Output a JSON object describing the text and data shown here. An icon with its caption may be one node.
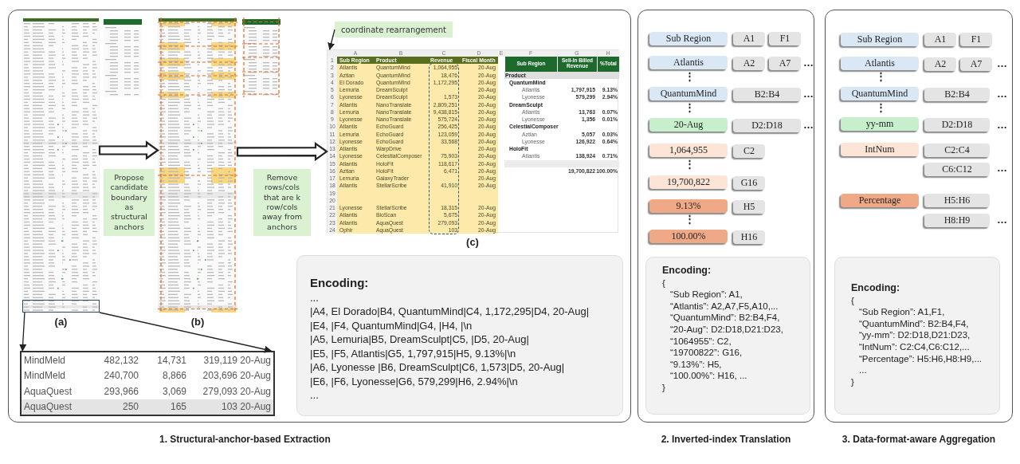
{
  "diagram": {
    "nodes": [
      {
        "text": [
          "1. Structural-anchor-based Extraction"
        ]
      },
      {
        "text": [],
        "shape": "picture",
        "in": 0,
        "beside": [
          "(a)"
        ]
      },
      {
        "text": [],
        "shape": "box",
        "in": 1
      },
      {
        "text": [],
        "shape": "picture",
        "in": 0,
        "beside": [
          "(b)"
        ]
      },
      {
        "text": [
          "Propose candidate boundary as structural anchors"
        ],
        "in": 0
      },
      {
        "text": [
          "Remove rows/cols that are k row/cols away from anchors"
        ],
        "in": 0
      },
      {
        "text": [
          "coordinate rearrangement"
        ],
        "in": 0
      },
      {
        "text": [
          "A",
          "B",
          "C",
          "D",
          "E",
          "F",
          "G",
          "H",
          "1",
          "Sub Region",
          "Product",
          "Revenue",
          "Fiscal Month",
          "Sub Region",
          "Sell-In Billed Revenue",
          "%Total",
          "2",
          "Atlantis",
          "QuantumMind",
          "1,064,955",
          "20-Aug",
          "3",
          "Aztlan",
          "QuantumMind",
          "18,476",
          "20-Aug",
          "Product",
          "4",
          "El Dorado",
          "QuantumMind",
          "1,172,295",
          "20-Aug",
          "QuantumMind",
          "5",
          "Lemuria",
          "DreamSculpt",
          "20-Aug",
          "Atlantis",
          "1,797,915",
          "9.13%",
          "6",
          "Lyonesse",
          "DreamSculpt",
          "1,573",
          "20-Aug",
          "Lyonesse",
          "579,299",
          "2.94%",
          "7",
          "Atlantis",
          "NanoTranslate",
          "2,809,251",
          "20-Aug",
          "DreamSculpt",
          "8",
          "Lemuria",
          "NanoTranslate",
          "9,438,815",
          "20-Aug",
          "Atlantis",
          "13,763",
          "0.07%",
          "9",
          "Lyonesse",
          "NanoTranslate",
          "575,724",
          "20-Aug",
          "Lyonesse",
          "1,356",
          "0.01%",
          "10",
          "Atlantis",
          "EchoGuard",
          "256,425",
          "20-Aug",
          "CelestialComposer",
          "11",
          "Lemuria",
          "EchoGuard",
          "123,059",
          "20-Aug",
          "Aztlan",
          "5,057",
          "0.03%",
          "12",
          "Lyonesse",
          "EchoGuard",
          "33,568",
          "20-Aug",
          "Lyonesse",
          "126,922",
          "0.64%",
          "13",
          "Atlantis",
          "WarpDrive",
          "20-Aug",
          "HoloFit",
          "14",
          "Lyonesse",
          "CelestialComposer",
          "75,903",
          "20-Aug",
          "Atlantis",
          "138,924",
          "0.71%",
          "15",
          "Atlantis",
          "HoloFit",
          "118,617",
          "20-Aug",
          "16",
          "Aztlan",
          "HoloFit",
          "6,471",
          "20-Aug",
          "19,700,822",
          "100.00%",
          "17",
          "Lemuria",
          "GalaxyTrader",
          "20-Aug",
          "18",
          "Atlantis",
          "StellarScribe",
          "41,910",
          "20-Aug",
          "19",
          "20",
          "21",
          "Lyonesse",
          "StellarScribe",
          "18,315",
          "20-Aug",
          "22",
          "Atlantis",
          "BioScan",
          "5,675",
          "20-Aug",
          "23",
          "Atlantis",
          "AquaQuest",
          "279,093",
          "20-Aug",
          "24",
          "Ophir",
          "AquaQuest",
          "103",
          "20-Aug"
        ],
        "in": 0,
        "beside": [
          "(c)"
        ]
      },
      {
        "text": [
          "MindMeld",
          "482,132",
          "14,731",
          "319,119",
          "20-Aug",
          "MindMeld",
          "240,700",
          "8,866",
          "203,696",
          "20-Aug",
          "AquaQuest",
          "293,966",
          "3,069",
          "279,093",
          "20-Aug",
          "AquaQuest",
          "250",
          "165",
          "103",
          "20-Aug"
        ],
        "in": 0
      },
      {
        "text": [
          "Encoding:",
          "...",
          "|A4, El Dorado|B4, QuantumMind|C4, 1,172,295|D4, 20-Aug|",
          "|E4, |F4, QuantumMind|G4, |H4, |\\n",
          "|A5, Lemuria|B5, DreamSculpt|C5, |D5, 20-Aug|",
          "|E5, |F5, Atlantis|G5, 1,797,915|H5, 9.13%|\\n",
          "|A6, Lyonesse |B6, DreamSculpt|C6, 1,573|D5, 20-Aug|",
          "|E6, |F6, Lyonesse|G6, 579,299|H6, 2.94%|\\n",
          "..."
        ],
        "in": 0
      },
      {
        "text": [
          "2. Inverted-index Translation"
        ]
      },
      {
        "text": [
          "Sub Region"
        ],
        "in": 10
      },
      {
        "text": [
          "A1"
        ],
        "in": 10
      },
      {
        "text": [
          "F1"
        ],
        "in": 10
      },
      {
        "text": [
          "Atlantis"
        ],
        "in": 10
      },
      {
        "text": [
          "A2"
        ],
        "in": 10
      },
      {
        "text": [
          "A7"
        ],
        "in": 10
      },
      {
        "text": [
          "QuantumMind"
        ],
        "in": 10
      },
      {
        "text": [
          "B2:B4"
        ],
        "in": 10
      },
      {
        "text": [
          "20-Aug"
        ],
        "in": 10
      },
      {
        "text": [
          "D2:D18"
        ],
        "in": 10
      },
      {
        "text": [
          "1,064,955"
        ],
        "in": 10
      },
      {
        "text": [
          "C2"
        ],
        "in": 10
      },
      {
        "text": [
          "19,700,822"
        ],
        "in": 10
      },
      {
        "text": [
          "G16"
        ],
        "in": 10
      },
      {
        "text": [
          "9.13%"
        ],
        "in": 10
      },
      {
        "text": [
          "H5"
        ],
        "in": 10
      },
      {
        "text": [
          "100.00%"
        ],
        "in": 10
      },
      {
        "text": [
          "H16"
        ],
        "in": 10
      },
      {
        "text": [
          "Encoding:",
          "{",
          "“Sub Region”: A1,",
          "“Atlantis”: A2,A7,F5,A10,...",
          "“QuantumMind”: B2:B4,F4,",
          "“20-Aug”: D2:D18,D21:D23,",
          "“1064955”: C2,",
          "“19700822”: G16,",
          "“9.13%”: H5,",
          "“100.00%”: H16, ...",
          "}"
        ],
        "in": 10
      },
      {
        "text": [
          "3. Data-format-aware Aggregation"
        ]
      },
      {
        "text": [
          "Sub Region"
        ],
        "in": 30
      },
      {
        "text": [
          "A1"
        ],
        "in": 30
      },
      {
        "text": [
          "F1"
        ],
        "in": 30
      },
      {
        "text": [
          "Atlantis"
        ],
        "in": 30
      },
      {
        "text": [
          "A2"
        ],
        "in": 30
      },
      {
        "text": [
          "A7"
        ],
        "in": 30
      },
      {
        "text": [
          "QuantumMind"
        ],
        "in": 30
      },
      {
        "text": [
          "B2:B4"
        ],
        "in": 30
      },
      {
        "text": [
          "yy-mm"
        ],
        "in": 30
      },
      {
        "text": [
          "D2:D18"
        ],
        "in": 30
      },
      {
        "text": [
          "IntNum"
        ],
        "in": 30
      },
      {
        "text": [
          "C2:C4"
        ],
        "in": 30
      },
      {
        "text": [
          "C6:C12"
        ],
        "in": 30
      },
      {
        "text": [
          "Percentage"
        ],
        "in": 30
      },
      {
        "text": [
          "H5:H6"
        ],
        "in": 30
      },
      {
        "text": [
          "H8:H9"
        ],
        "in": 30
      },
      {
        "text": [
          "Encoding:",
          "{",
          "“Sub Region”: A1,F1,",
          "“QuantumMind”: B2:B4,F4,",
          "“yy-mm”: D2:D18,D21:D23,",
          "“IntNum”: C2:C4,C6:C12,...",
          "“Percentage”: H5:H6,H8:H9,...",
          "...",
          "}"
        ],
        "in": 30
      }
    ],
    "edges": [
      {
        "from": 1,
        "to": 3,
        "arrow": "to",
        "style": "thick"
      },
      {
        "from": 3,
        "to": 7,
        "arrow": "to",
        "style": "thick"
      },
      {
        "from": 6,
        "to": 7,
        "arrow": "to"
      },
      {
        "from": 2,
        "to": 8,
        "arrow": "to"
      },
      {
        "from": 2,
        "to": 8,
        "arrow": "to"
      }
    ],
    "labels": [
      "…",
      "⋮",
      "…",
      "⋮",
      "…",
      "⋮",
      "⋮",
      "…",
      "⋮",
      "…",
      "⋮",
      "…",
      "…",
      "…"
    ]
  }
}
